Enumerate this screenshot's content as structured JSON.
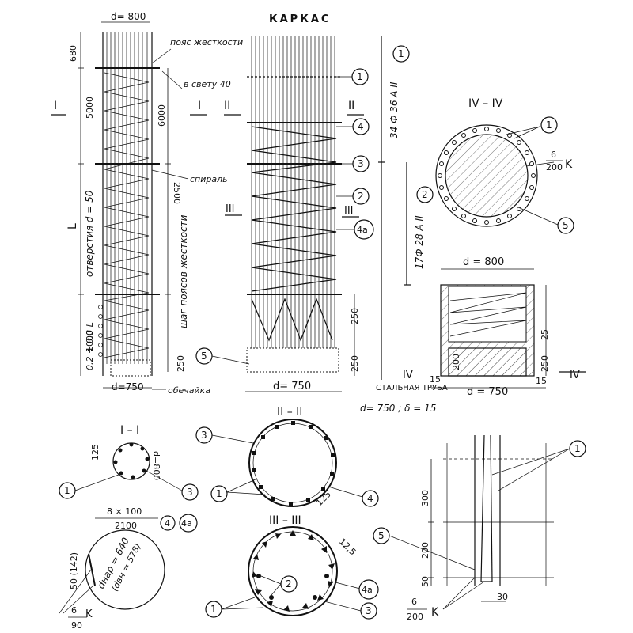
{
  "title": "КАРКАС",
  "left_view": {
    "d_top": "d= 800",
    "d_bottom": "d=750",
    "dim_680": "680",
    "dim_5000": "5000",
    "dim_6000": "6000",
    "dim_2500": "2500",
    "dim_1000": "1000",
    "dim_250": "250",
    "dim_L": "L",
    "hole_label": "отверстия  d = 50",
    "hole_range": "0,2 ÷ 0,3 L",
    "belt_step": "шаг поясов жесткости",
    "belt_label": "пояс жесткости",
    "clear_label": "в свету 40",
    "spiral_label": "спираль",
    "shell_label": "обечайка",
    "sec_I": "I",
    "sec_II": "II",
    "sec_III": "III"
  },
  "cage_view": {
    "d_bottom": "d= 750",
    "dim_250a": "250",
    "dim_250b": "250",
    "rebar_1": "34 Ф 36 А II",
    "rebar_2": "17Ф 28 А II",
    "marks": [
      "1",
      "4",
      "3",
      "2",
      "4а",
      "5",
      "1",
      "2"
    ]
  },
  "section_IV": {
    "title": "IV – IV",
    "frac_top": "6",
    "frac_bottom": "200",
    "weld": "K",
    "marks": [
      "1",
      "5"
    ]
  },
  "detail_top": {
    "d": "d = 800",
    "dim_25": "25",
    "dim_250": "250",
    "dim_200": "200",
    "dim_15a": "15",
    "dim_15b": "15",
    "d_bottom": "d = 750",
    "tube_label": "СТАЛЬНАЯ ТРУБА",
    "tube_params": "d= 750 ; δ = 15",
    "sec": "IV"
  },
  "section_I": {
    "title": "I – I",
    "dim_125": "125",
    "d": "d=800",
    "marks": [
      "1",
      "3"
    ]
  },
  "section_II": {
    "title": "II – II",
    "dim_125": "125",
    "marks": [
      "3",
      "1",
      "4"
    ]
  },
  "section_III": {
    "title": "III – III",
    "dim_125": "12,5",
    "marks": [
      "2",
      "1",
      "4а",
      "3"
    ]
  },
  "belt_detail": {
    "top_dim": "8 × 100",
    "len": "2100",
    "d_label": "dнар = 640",
    "d_inner": "(dвн = 578)",
    "dim_50": "50 (142)",
    "frac_top": "6",
    "weld": "K",
    "dim_90": "90",
    "marks": [
      "4",
      "4а"
    ]
  },
  "joint_detail": {
    "dim_300": "300",
    "dim_200": "200",
    "dim_50": "50",
    "dim_30": "30",
    "frac_top": "6",
    "frac_bottom": "200",
    "weld": "K",
    "marks": [
      "1",
      "5"
    ]
  }
}
